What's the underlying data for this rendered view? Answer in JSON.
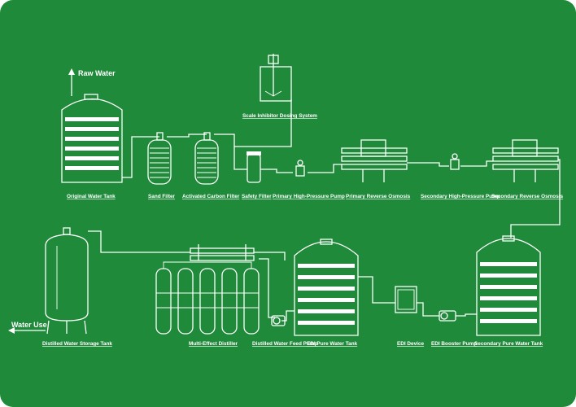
{
  "diagram": {
    "background_color": "#1f8a3a",
    "line_color": "#ffffff",
    "labels": {
      "raw_water": "Raw Water",
      "original_water_tank": "Original Water Tank",
      "sand_filter": "Sand Filter",
      "activated_carbon_filter": "Activated Carbon Filter",
      "safety_filter": "Safety Filter",
      "primary_high_pressure_pump": "Primary High-Pressure Pump",
      "primary_reverse_osmosis": "Primary Reverse Osmosis",
      "scale_inhibitor_dosing_system": "Scale Inhibitor Dosing System",
      "secondary_high_pressure_pump": "Secondary High-Pressure Pump",
      "secondary_reverse_osmosis": "Secondary Reverse Osmosis",
      "water_use": "Water Use",
      "distilled_water_storage_tank": "Distilled Water Storage Tank",
      "multi_effect_distiller": "Multi-Effect Distiller",
      "distilled_water_feed_pump": "Distilled Water Feed Pump",
      "edi_pure_water_tank": "EDI Pure Water Tank",
      "edi_device": "EDI Device",
      "edi_booster_pump": "EDI Booster Pump",
      "secondary_pure_water_tank": "Secondary Pure Water Tank"
    }
  }
}
